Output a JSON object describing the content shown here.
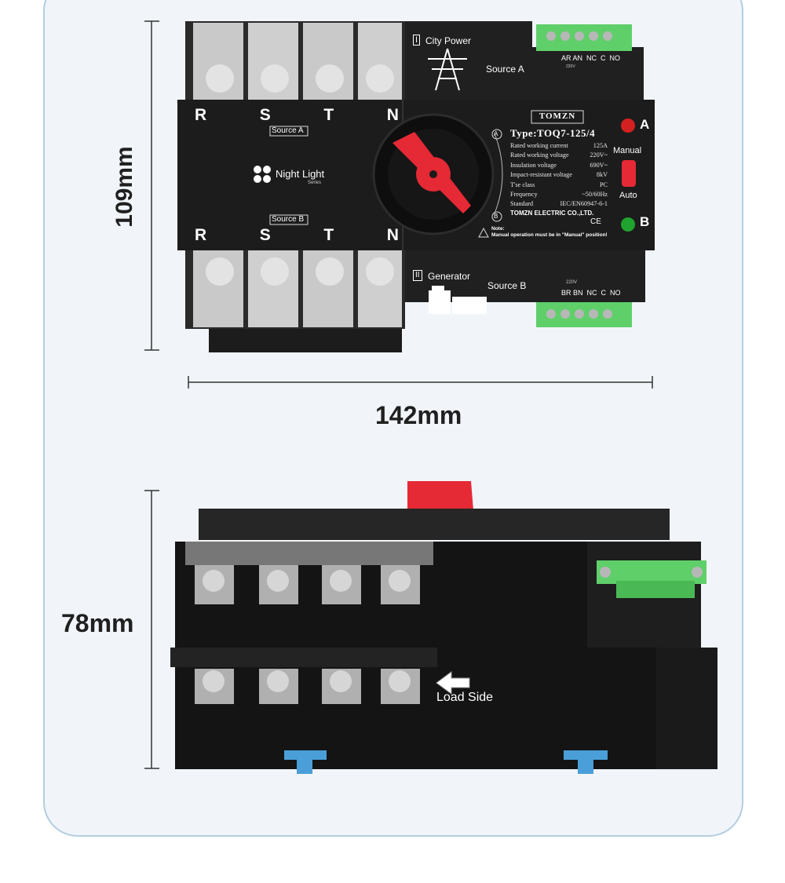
{
  "dimensions": {
    "height_top": "109mm",
    "width_top": "142mm",
    "height_side": "78mm"
  },
  "top_view": {
    "terminal_letters_top": [
      "R",
      "S",
      "T",
      "N"
    ],
    "terminal_letters_bottom": [
      "R",
      "S",
      "T",
      "N"
    ],
    "source_a_tag": "Source A",
    "source_b_tag": "Source B",
    "night_light": "Night Light",
    "night_light_sub": "Series",
    "city_power_roman": "I",
    "city_power": "City Power",
    "source_a_label": "Source A",
    "generator_roman": "II",
    "generator": "Generator",
    "source_b_label": "Source B",
    "terminals_top": "AR AN  NC  C  NO",
    "terminals_top_volt": "220V",
    "terminals_bottom": "BR BN  NC  C  NO",
    "terminals_bottom_volt": "220V",
    "brand": "TOMZN",
    "type": "Type:TOQ7-125/4",
    "specs": [
      {
        "k": "Rated working current",
        "v": "125A"
      },
      {
        "k": "Rated working voltage",
        "v": "220V~"
      },
      {
        "k": "Insulation voltage",
        "v": "690V~"
      },
      {
        "k": "Impact-resistant voltage",
        "v": "8kV"
      },
      {
        "k": "T'se class",
        "v": "PC"
      },
      {
        "k": "Frequency",
        "v": "~50/60Hz"
      },
      {
        "k": "Standard",
        "v": "IEC/EN60947-6-1"
      }
    ],
    "company": "TOMZN ELECTRIC CO.,LTD.",
    "ce": "CE",
    "note_title": "Note:",
    "note_text": "Manual operation must be in \"Manual\" position!",
    "dial_a": "A",
    "dial_b": "B",
    "indicator_a": "A",
    "indicator_b": "B",
    "mode_manual": "Manual",
    "mode_auto": "Auto",
    "colors": {
      "led_a": "#d42020",
      "led_b": "#1fa32e",
      "handle": "#e52935",
      "terminal": "#5fcf6a"
    }
  },
  "side_view": {
    "load_side": "Load Side",
    "colors": {
      "clip": "#4a9fd8"
    }
  }
}
